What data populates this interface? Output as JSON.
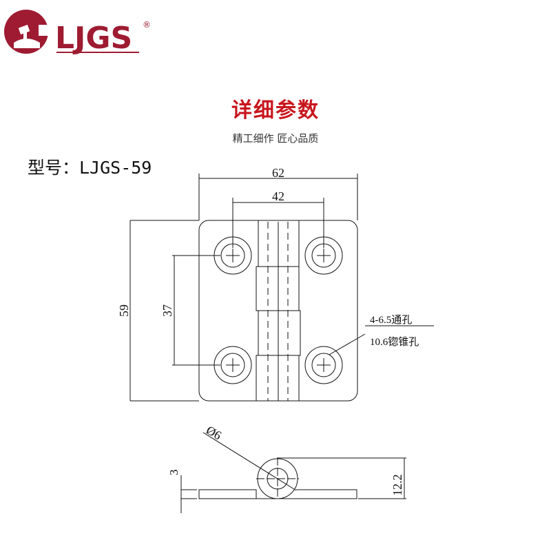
{
  "brand": {
    "name": "LJGS",
    "registered": "®",
    "color": "#9e1b32"
  },
  "header": {
    "title": "详细参数",
    "subtitle": "精工细作 匠心品质",
    "title_color": "#c8161d"
  },
  "model": {
    "label": "型号：LJGS-59"
  },
  "dimensions": {
    "width": "62",
    "hole_spacing_x": "42",
    "height": "59",
    "hole_spacing_y": "37",
    "hole_note_1": "4-6.5通孔",
    "hole_note_2": "10.6锪锥孔",
    "pin_diameter": "Ø6",
    "thickness": "3",
    "knuckle_height": "12.2"
  }
}
